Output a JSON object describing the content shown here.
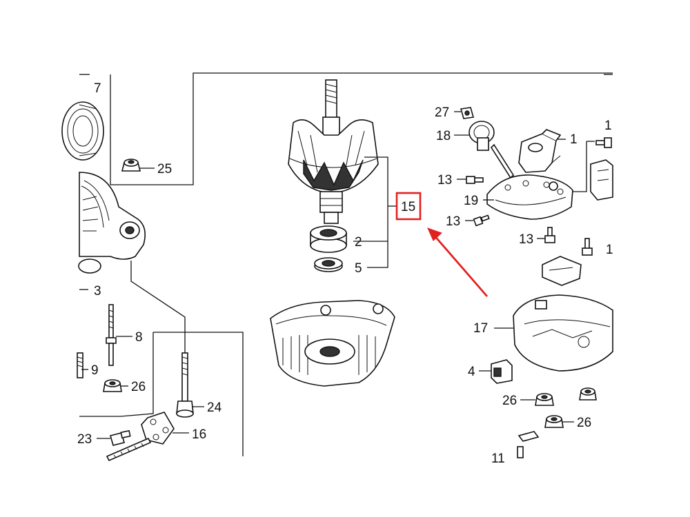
{
  "labels": {
    "l1": "1",
    "l2": "2",
    "l3": "3",
    "l4": "4",
    "l5": "5",
    "l7": "7",
    "l8": "8",
    "l9": "9",
    "l11": "11",
    "l13a": "13",
    "l13b": "13",
    "l13c": "13",
    "l15": "15",
    "l16": "16",
    "l17": "17",
    "l18": "18",
    "l19": "19",
    "l23": "23",
    "l24": "24",
    "l25": "25",
    "l26a": "26",
    "l26b": "26",
    "l26c": "26",
    "l27": "27",
    "lcut1": "1",
    "lcut2": "1"
  },
  "colors": {
    "highlight": "#e32020",
    "line": "#111111"
  }
}
